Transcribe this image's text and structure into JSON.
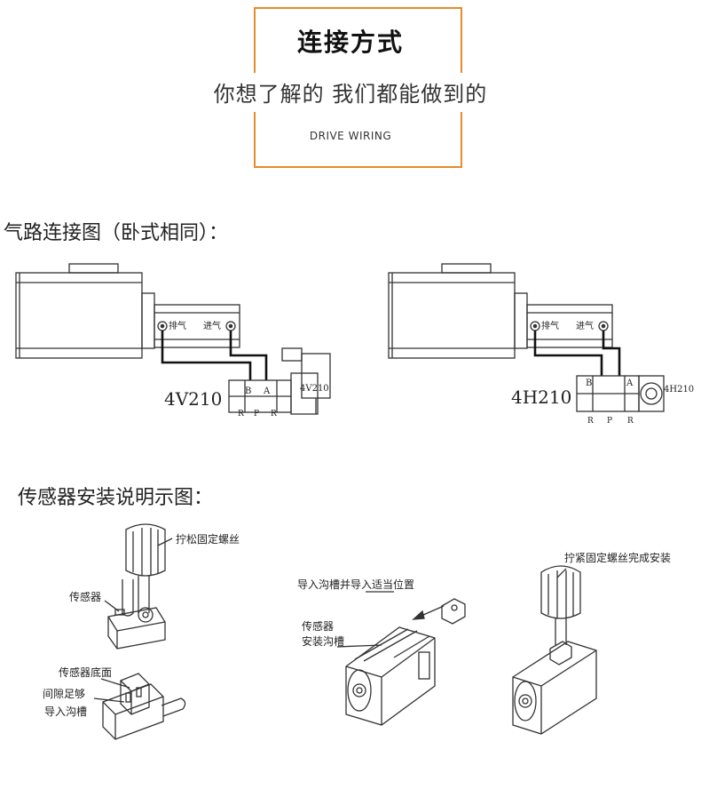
{
  "header": {
    "title": "连接方式",
    "subtitle": "你想了解的 我们都能做到的",
    "english": "DRIVE WIRING",
    "accent_color": "#e88b2a"
  },
  "pneumatic": {
    "title": "气路连接图（卧式相同）：",
    "left": {
      "valve_model": "4V210",
      "valve_side_label": "4V210",
      "exhaust_label": "排气",
      "intake_label": "进气",
      "port_b": "B",
      "port_a": "A",
      "port_r1": "R",
      "port_p": "P",
      "port_r2": "R"
    },
    "right": {
      "valve_model": "4H210",
      "valve_side_label": "4H210",
      "exhaust_label": "排气",
      "intake_label": "进气",
      "port_b": "B",
      "port_a": "A",
      "port_r1": "R",
      "port_p": "P",
      "port_r2": "R"
    }
  },
  "sensor": {
    "title": "传感器安装说明示图：",
    "labels": {
      "loosen_screw": "拧松固定螺丝",
      "sensor": "传感器",
      "sensor_bottom": "传感器底面",
      "gap_enough": "间隙足够",
      "guide_groove": "导入沟槽",
      "insert_groove": "导入沟槽并导入适当位置",
      "sensor_mount_1": "传感器",
      "sensor_mount_2": "安装沟槽",
      "tighten_screw": "拧紧固定螺丝完成安装"
    }
  }
}
